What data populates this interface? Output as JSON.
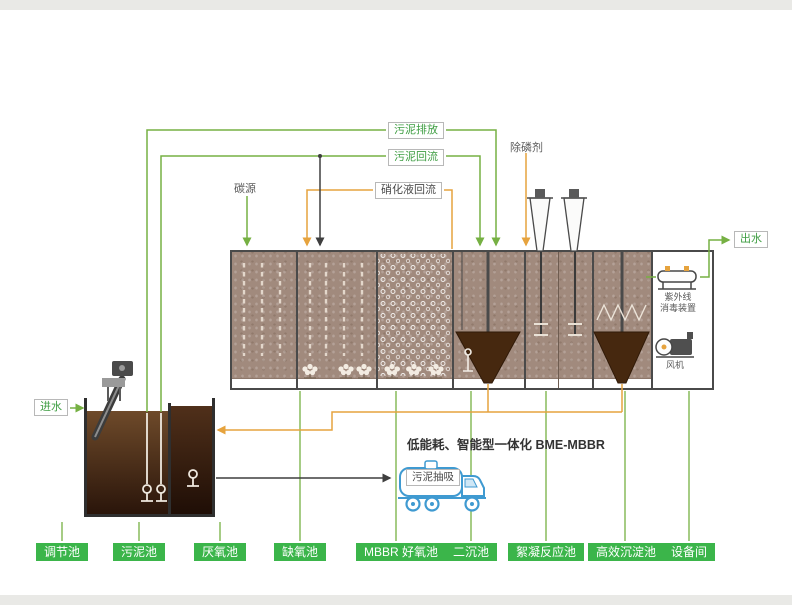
{
  "title": "低能耗、智能型一体化 BME-MBBR",
  "labels": {
    "sludge_discharge": "污泥排放",
    "sludge_return": "污泥回流",
    "nitrified_liquid_return": "硝化液回流",
    "phosphorus_remover": "除磷剂",
    "carbon_source": "碳源",
    "influent": "进水",
    "effluent": "出水",
    "sludge_suction": "污泥抽吸",
    "uv_line1": "紫外线",
    "uv_line2": "消毒装置",
    "blower": "风机"
  },
  "tanks": [
    "调节池",
    "污泥池",
    "厌氧池",
    "缺氧池",
    "MBBR 好氧池",
    "二沉池",
    "絮凝反应池",
    "高效沉淀池",
    "设备间"
  ],
  "colors": {
    "pipe_green": "#76b043",
    "pipe_orange": "#e6a33e",
    "pipe_dark": "#3f3f3f",
    "badge_green": "#3bb54a",
    "tank_fill": "#a18a7d",
    "sludge_dark_brown": "#46280f",
    "truck_blue": "#3f9ad1"
  }
}
